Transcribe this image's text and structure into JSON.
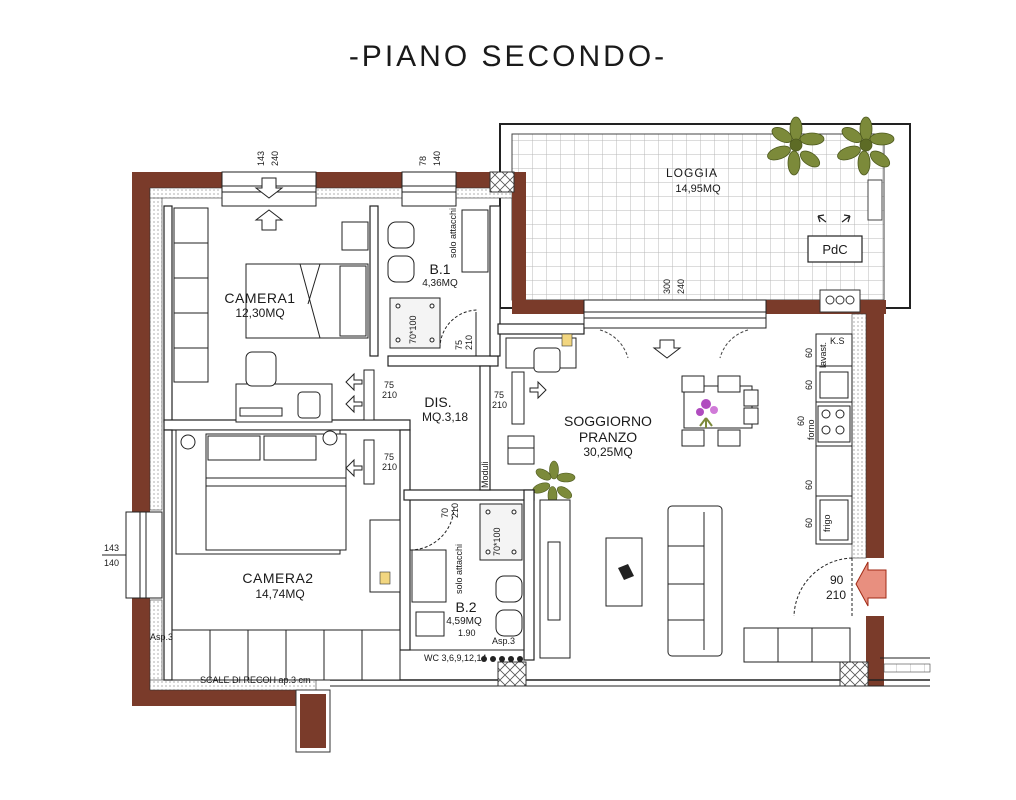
{
  "title": "-PIANO SECONDO-",
  "rooms": {
    "loggia": {
      "name": "LOGGIA",
      "area": "14,95MQ"
    },
    "camera1": {
      "name": "CAMERA1",
      "area": "12,30MQ"
    },
    "camera2": {
      "name": "CAMERA2",
      "area": "14,74MQ"
    },
    "b1": {
      "name": "B.1",
      "area": "4,36MQ"
    },
    "b2": {
      "name": "B.2",
      "area": "4,59MQ"
    },
    "dis": {
      "name": "DIS.",
      "area": "MQ.3,18"
    },
    "soggiorno": {
      "line1": "SOGGIORNO",
      "line2": "PRANZO",
      "area": "30,25MQ"
    }
  },
  "fixtures": {
    "pdc": "PdC",
    "solo_attacchi": "solo attacchi",
    "shower": "70*100",
    "lavast": "lavast.",
    "forno": "forno",
    "frigo": "frigo",
    "moduli": "Moduli",
    "asp": "Asp.3",
    "ks": "K.S",
    "wc_b2": "WC 3,6,9,12,14",
    "scale_note": "SCALE DI RECOH ap.3 cm"
  },
  "dims": {
    "win_cam1": [
      "143",
      "240"
    ],
    "win_b1": [
      "78",
      "140"
    ],
    "win_liv": [
      "300",
      "240"
    ],
    "win_cam2": [
      "143",
      "140"
    ],
    "door_b1": [
      "75",
      "210"
    ],
    "door_cam1": [
      "75",
      "210"
    ],
    "door_liv": [
      "75",
      "210"
    ],
    "door_cam2": [
      "75",
      "210"
    ],
    "door_b2": [
      "70",
      "210"
    ],
    "entry": [
      "90",
      "210"
    ],
    "b2_len": "1.90",
    "kitchen": [
      "60",
      "60",
      "60",
      "60",
      "60"
    ]
  },
  "colors": {
    "wall": "#7a3b2a",
    "wall_in": "#ffffff",
    "tile": "#d8d8d8",
    "plant": "#7c8a3a",
    "flower": "#b04cbf",
    "entry_arrow": "#d9452a",
    "note": "#f2d680"
  }
}
